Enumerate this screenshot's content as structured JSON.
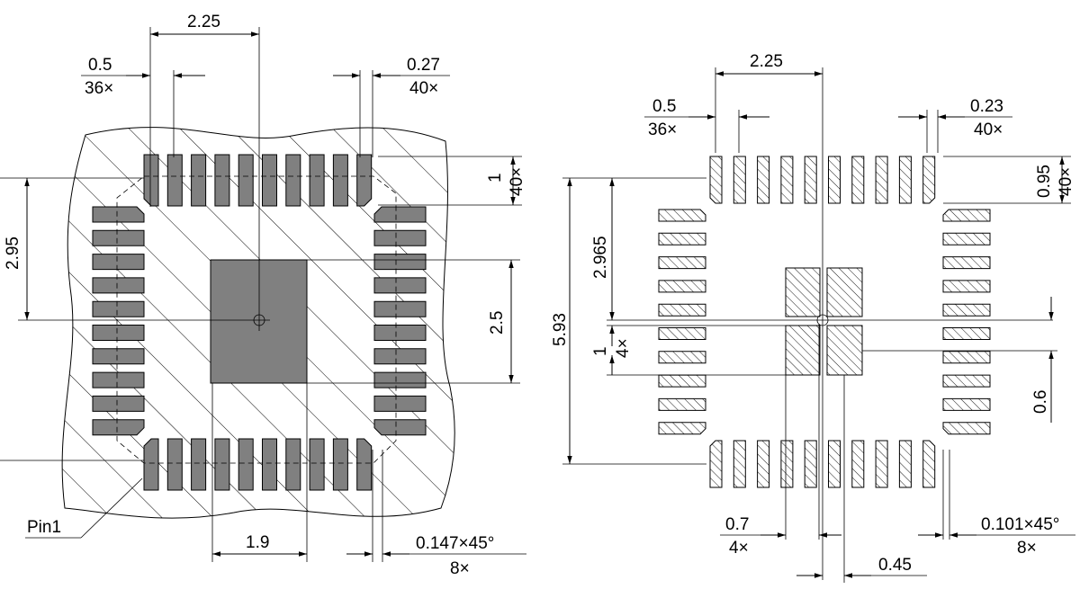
{
  "left_view": {
    "dim_top_span": "2.25",
    "pitch_value": "0.5",
    "pitch_count": "36×",
    "pad_width_value": "0.27",
    "pad_width_count": "40×",
    "pad_length_value": "1",
    "pad_length_count": "40×",
    "half_span_vertical": "2.95",
    "epad_height": "2.5",
    "epad_width": "1.9",
    "chamfer_value": "0.147×45°",
    "chamfer_count": "8×",
    "pin1_label": "Pin1"
  },
  "right_view": {
    "dim_top_span": "2.25",
    "pitch_value": "0.5",
    "pitch_count": "36×",
    "pad_width_value": "0.23",
    "pad_width_count": "40×",
    "pad_length_value": "0.95",
    "pad_length_count": "40×",
    "half_span_vertical": "2.965",
    "total_span_vertical": "5.93",
    "stencil_gap_value": "1",
    "stencil_gap_count": "4×",
    "stencil_offset": "0.6",
    "stencil_width_value": "0.7",
    "stencil_width_count": "4×",
    "stencil_offset_h": "0.45",
    "chamfer_value": "0.101×45°",
    "chamfer_count": "8×"
  },
  "colors": {
    "pad_fill": "#808080",
    "line": "#000000",
    "background": "#ffffff"
  }
}
